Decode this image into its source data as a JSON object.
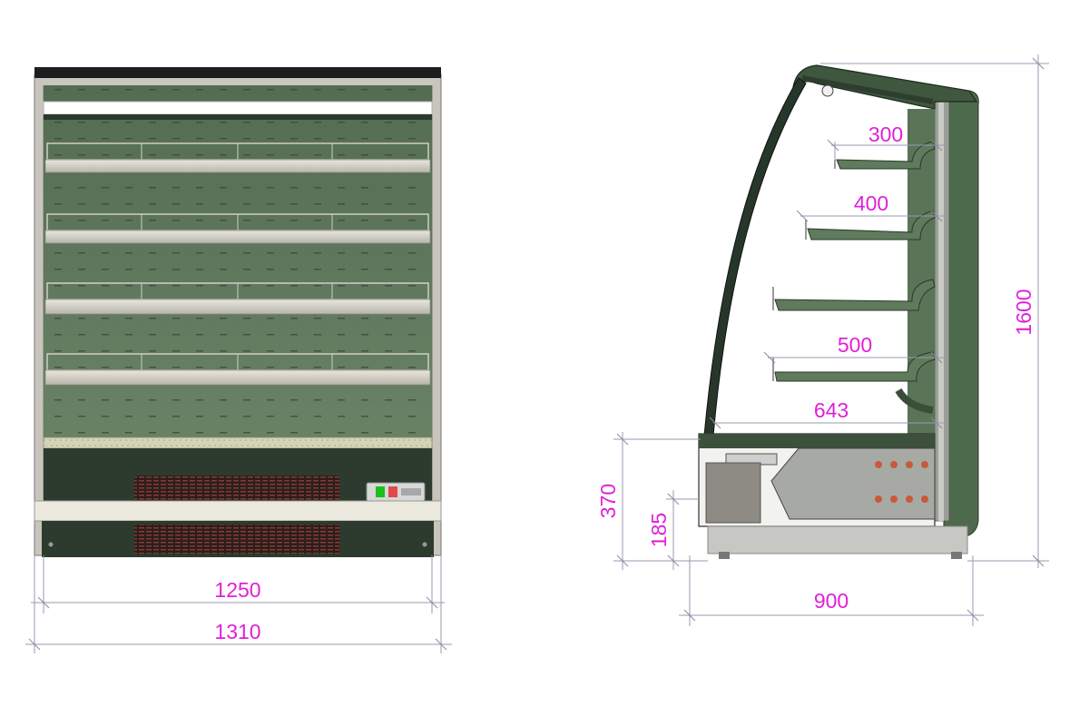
{
  "colors": {
    "dimension_text": "#e020d8",
    "dimension_line": "#9a9ab0",
    "cabinet_green": "#5c7358",
    "cabinet_dark": "#2b3a2b",
    "shelf_light": "#d8d6cc",
    "body_white": "#eceae0"
  },
  "front_view": {
    "inner_width": "1250",
    "outer_width": "1310"
  },
  "side_view": {
    "shelf_depths": [
      "300",
      "400",
      "500",
      "643"
    ],
    "height_total": "1600",
    "base_height": "370",
    "foot_height": "185",
    "depth": "900"
  }
}
